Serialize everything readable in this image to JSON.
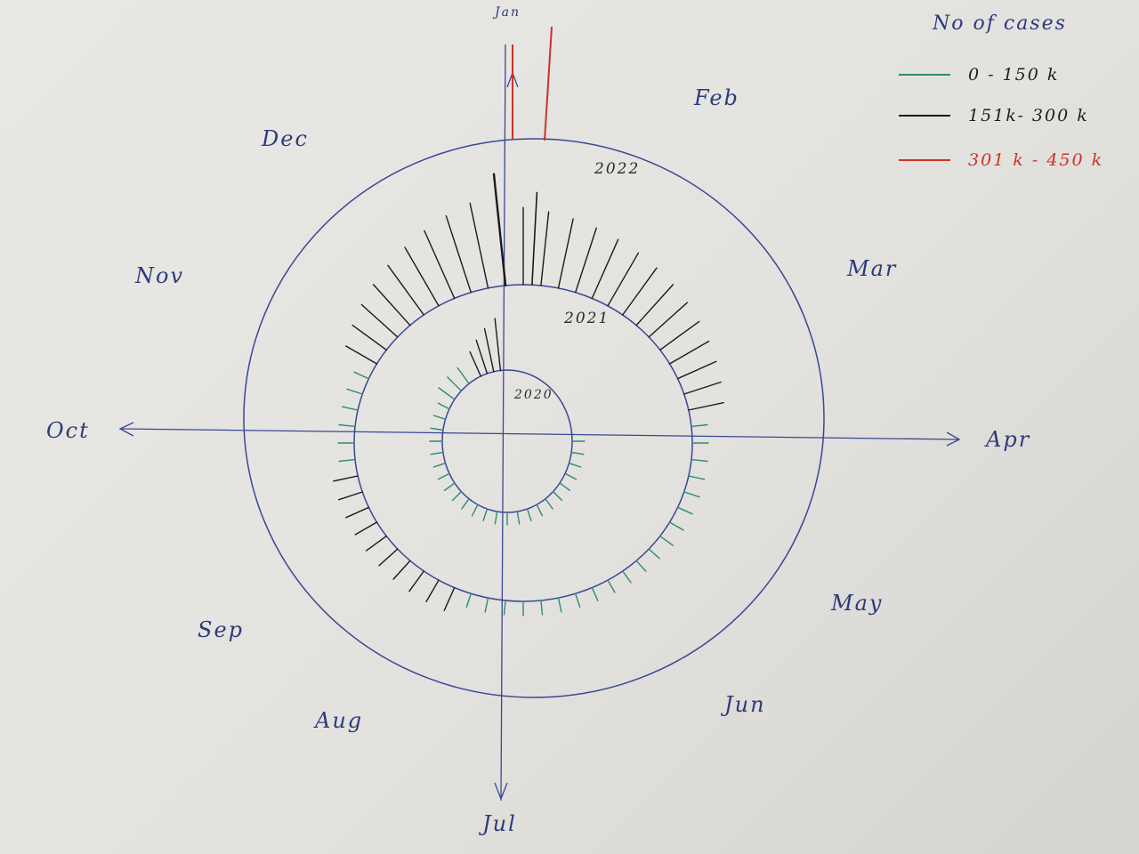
{
  "months": {
    "feb": "Feb",
    "mar": "Mar",
    "apr": "Apr",
    "may": "May",
    "jun": "Jun",
    "jul": "Jul",
    "aug": "Aug",
    "sep": "Sep",
    "oct": "Oct",
    "nov": "Nov",
    "dec": "Dec"
  },
  "top_axis_label": "Jan",
  "years": {
    "y2020": "2020",
    "y2021": "2021",
    "y2022": "2022"
  },
  "legend": {
    "title": "No of cases",
    "items": [
      {
        "label": "0 - 150 k",
        "color": "#2e8b72"
      },
      {
        "label": "151k- 300 k",
        "color": "#1a1a1a"
      },
      {
        "label": "301 k - 450 k",
        "color": "#d0302a"
      }
    ]
  },
  "colors": {
    "ink": "#3b4796",
    "low": "#2e8b72",
    "mid": "#1a1a1a",
    "high": "#d0302a"
  }
}
